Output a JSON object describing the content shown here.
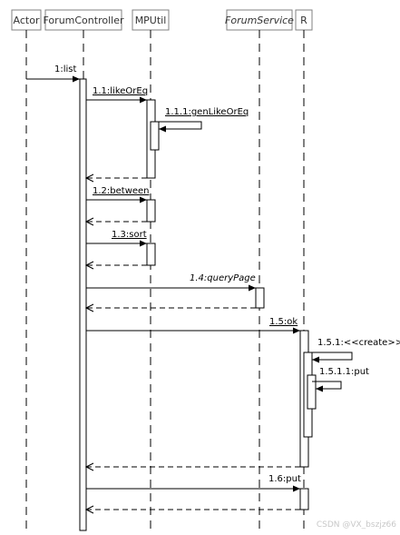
{
  "participants": [
    {
      "id": "actor",
      "label": "Actor",
      "italic": false
    },
    {
      "id": "forumcontroller",
      "label": "ForumController",
      "italic": false
    },
    {
      "id": "mputil",
      "label": "MPUtil",
      "italic": false
    },
    {
      "id": "forumservice",
      "label": "ForumService",
      "italic": true
    },
    {
      "id": "r",
      "label": "R",
      "italic": false
    }
  ],
  "messages": [
    {
      "id": "m1",
      "label": "1:list",
      "from": "actor",
      "to": "forumcontroller",
      "kind": "call",
      "underline": false,
      "italic": false
    },
    {
      "id": "m11",
      "label": "1.1:likeOrEq",
      "from": "forumcontroller",
      "to": "mputil",
      "kind": "call",
      "underline": true,
      "italic": false
    },
    {
      "id": "m111",
      "label": "1.1.1:genLikeOrEq",
      "from": "mputil",
      "to": "mputil",
      "kind": "self",
      "underline": true,
      "italic": false
    },
    {
      "id": "r11",
      "label": "",
      "from": "mputil",
      "to": "forumcontroller",
      "kind": "return"
    },
    {
      "id": "m12",
      "label": "1.2:between",
      "from": "forumcontroller",
      "to": "mputil",
      "kind": "call",
      "underline": true,
      "italic": false
    },
    {
      "id": "r12",
      "label": "",
      "from": "mputil",
      "to": "forumcontroller",
      "kind": "return"
    },
    {
      "id": "m13",
      "label": "1.3:sort",
      "from": "forumcontroller",
      "to": "mputil",
      "kind": "call",
      "underline": true,
      "italic": false
    },
    {
      "id": "r13",
      "label": "",
      "from": "mputil",
      "to": "forumcontroller",
      "kind": "return"
    },
    {
      "id": "m14",
      "label": "1.4:queryPage",
      "from": "forumcontroller",
      "to": "forumservice",
      "kind": "call",
      "underline": false,
      "italic": true
    },
    {
      "id": "r14",
      "label": "",
      "from": "forumservice",
      "to": "forumcontroller",
      "kind": "return"
    },
    {
      "id": "m15",
      "label": "1.5:ok",
      "from": "forumcontroller",
      "to": "r",
      "kind": "call",
      "underline": true,
      "italic": false
    },
    {
      "id": "m151",
      "label": "1.5.1:<<create>>",
      "from": "r",
      "to": "r",
      "kind": "self",
      "underline": false,
      "italic": false
    },
    {
      "id": "m1511",
      "label": "1.5.1.1:put",
      "from": "r",
      "to": "r",
      "kind": "self",
      "underline": false,
      "italic": false
    },
    {
      "id": "r15",
      "label": "",
      "from": "r",
      "to": "forumcontroller",
      "kind": "return"
    },
    {
      "id": "m16",
      "label": "1.6:put",
      "from": "forumcontroller",
      "to": "r",
      "kind": "call",
      "underline": false,
      "italic": false
    },
    {
      "id": "r16",
      "label": "",
      "from": "r",
      "to": "forumcontroller",
      "kind": "return"
    }
  ],
  "watermark": "CSDN @VX_bszjz66"
}
